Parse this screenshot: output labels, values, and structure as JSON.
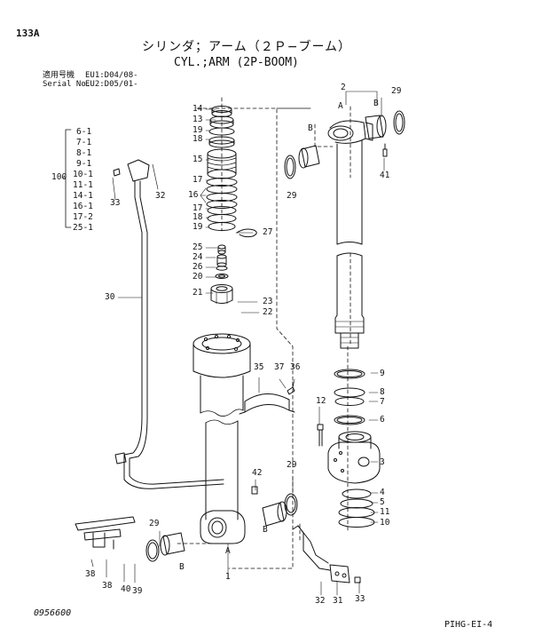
{
  "header": {
    "page_number": "133A",
    "title_jp": "シリンダ；アーム（２Ｐ−ブーム）",
    "title_en": "CYL.;ARM (2P-BOOM)",
    "serial_row1_label": "適用号機",
    "serial_row1_value": "EU1:D04/08-",
    "serial_row2_label": "Serial No.",
    "serial_row2_value": "EU2:D05/01-"
  },
  "kit": {
    "number": "100",
    "items": [
      "6-1",
      "7-1",
      "8-1",
      "9-1",
      "10-1",
      "11-1",
      "14-1",
      "16-1",
      "17-2",
      "25-1"
    ]
  },
  "callouts": {
    "c1": "1",
    "c2": "2",
    "c3": "3",
    "c4": "4",
    "c5": "5",
    "c6": "6",
    "c7": "7",
    "c8": "8",
    "c9": "9",
    "c10": "10",
    "c11": "11",
    "c12": "12",
    "c13": "13",
    "c14": "14",
    "c15": "15",
    "c16": "16",
    "c17": "17",
    "c18": "18",
    "c19": "19",
    "c20": "20",
    "c21": "21",
    "c22": "22",
    "c23": "23",
    "c24": "24",
    "c25": "25",
    "c26": "26",
    "c27": "27",
    "c29": "29",
    "c30": "30",
    "c31": "31",
    "c32": "32",
    "c33": "33",
    "c35": "35",
    "c36": "36",
    "c37": "37",
    "c38": "38",
    "c39": "39",
    "c40": "40",
    "c41": "41",
    "c42": "42",
    "A": "A",
    "B": "B"
  },
  "footer": {
    "drawing_code": "0956600",
    "sheet_code": "PIHG-EI-4"
  },
  "colors": {
    "ink": "#111111",
    "paper": "#ffffff"
  }
}
